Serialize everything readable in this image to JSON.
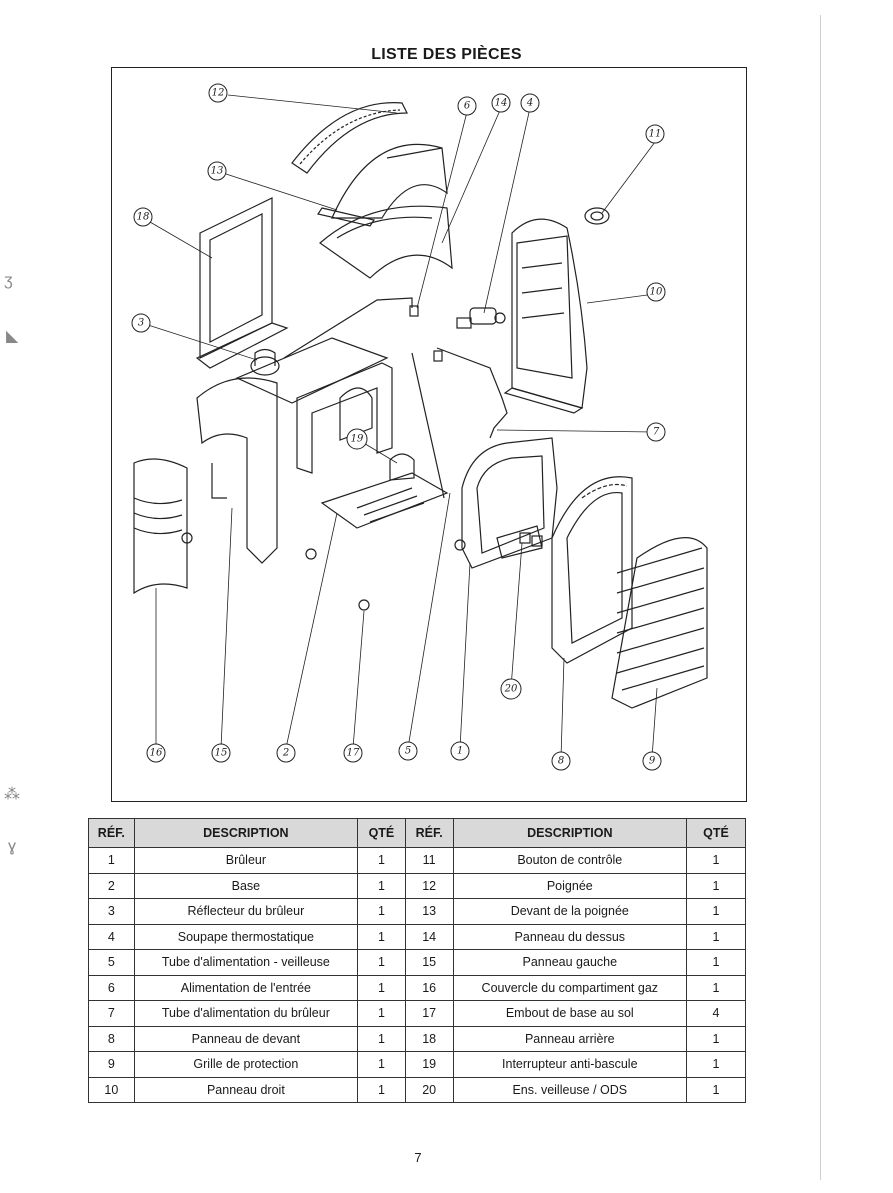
{
  "title": "LISTE DES PIÈCES",
  "diagram": {
    "callouts": [
      "12",
      "13",
      "18",
      "3",
      "6",
      "14",
      "4",
      "11",
      "10",
      "7",
      "19",
      "16",
      "15",
      "2",
      "17",
      "5",
      "1",
      "20",
      "8",
      "9"
    ]
  },
  "table": {
    "headers": [
      "RÉF.",
      "DESCRIPTION",
      "QTÉ",
      "RÉF.",
      "DESCRIPTION",
      "QTÉ"
    ],
    "rows": [
      [
        "1",
        "Brûleur",
        "1",
        "11",
        "Bouton de contrôle",
        "1"
      ],
      [
        "2",
        "Base",
        "1",
        "12",
        "Poignée",
        "1"
      ],
      [
        "3",
        "Réflecteur du brûleur",
        "1",
        "13",
        "Devant de la poignée",
        "1"
      ],
      [
        "4",
        "Soupape thermostatique",
        "1",
        "14",
        "Panneau du dessus",
        "1"
      ],
      [
        "5",
        "Tube d'alimentation - veilleuse",
        "1",
        "15",
        "Panneau gauche",
        "1"
      ],
      [
        "6",
        "Alimentation de l'entrée",
        "1",
        "16",
        "Couvercle du compartiment gaz",
        "1"
      ],
      [
        "7",
        "Tube d'alimentation du brûleur",
        "1",
        "17",
        "Embout de base au sol",
        "4"
      ],
      [
        "8",
        "Panneau de devant",
        "1",
        "18",
        "Panneau arrière",
        "1"
      ],
      [
        "9",
        "Grille de protection",
        "1",
        "19",
        "Interrupteur anti-bascule",
        "1"
      ],
      [
        "10",
        "Panneau droit",
        "1",
        "20",
        "Ens. veilleuse / ODS",
        "1"
      ]
    ]
  },
  "page_number": "7"
}
